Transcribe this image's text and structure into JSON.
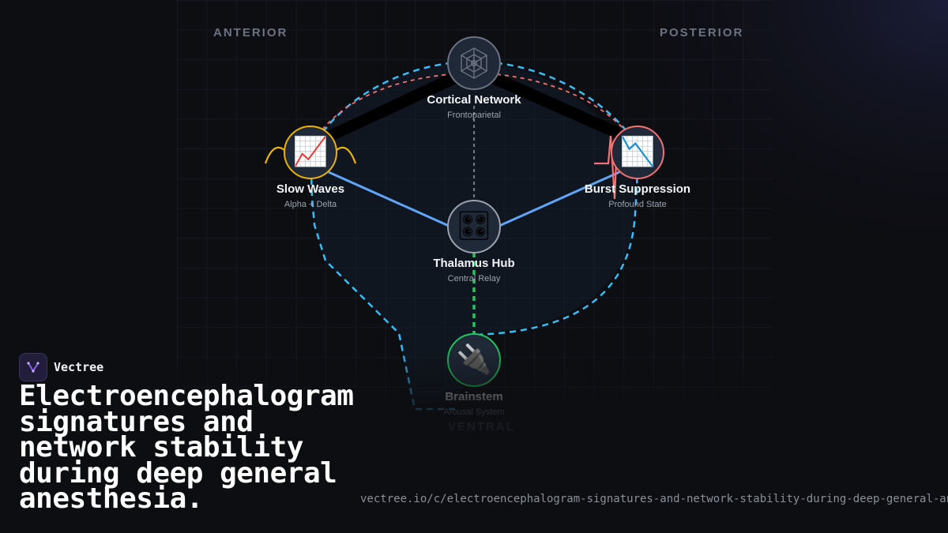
{
  "brand": {
    "name": "Vectree",
    "logo_icon": "vectree-logo-icon",
    "logo_color": "#8b5cf6"
  },
  "headline": "Electroencephalogram signatures and network stability during deep general anesthesia.",
  "url": "vectree.io/c/electroencephalogram-signatures-and-network-stability-during-deep-general-anesthesia",
  "diagram": {
    "orientation_labels": {
      "anterior": "ANTERIOR",
      "posterior": "POSTERIOR",
      "ventral": "VENTRAL"
    },
    "nodes": {
      "cortical": {
        "title": "Cortical Network",
        "subtitle": "Frontoparietal",
        "icon": "spider-web-icon",
        "ring_color": "#6b7280"
      },
      "slow_waves": {
        "title": "Slow Waves",
        "subtitle": "Alpha + Delta",
        "icon": "chart-increasing-icon",
        "ring_color": "#eab308"
      },
      "burst": {
        "title": "Burst Suppression",
        "subtitle": "Profound State",
        "icon": "chart-decreasing-icon",
        "ring_color": "#f87171"
      },
      "thalamus": {
        "title": "Thalamus Hub",
        "subtitle": "Central Relay",
        "icon": "control-knobs-icon",
        "ring_color": "#9ca3af"
      },
      "brainstem": {
        "title": "Brainstem",
        "subtitle": "Arousal System",
        "icon": "plug-icon",
        "ring_color": "#22c55e"
      }
    },
    "colors": {
      "outline_dashed": "#38bdf8",
      "coral_dashed": "#f87171",
      "spoke": "#60a5fa",
      "brainstem_link": "#22c55e",
      "slow_wave_pulse": "#eab308",
      "burst_pulse": "#f87171"
    }
  }
}
